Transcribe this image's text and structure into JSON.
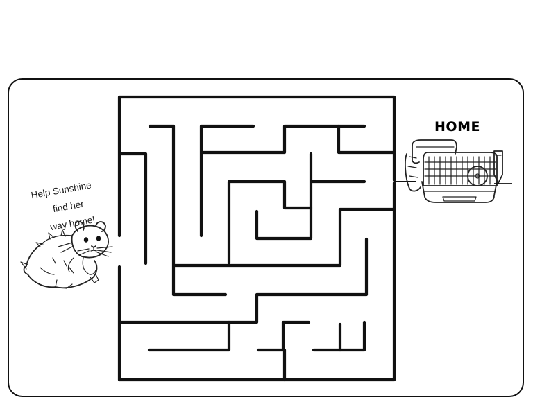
{
  "puzzle": {
    "prompt_lines": [
      "Help Sunshine",
      "find her",
      "way home!"
    ],
    "goal_label": "HOME"
  },
  "icons": {
    "character": "hamster-icon",
    "goal": "hamster-cage-icon"
  },
  "colors": {
    "ink": "#111111",
    "background": "#ffffff"
  }
}
